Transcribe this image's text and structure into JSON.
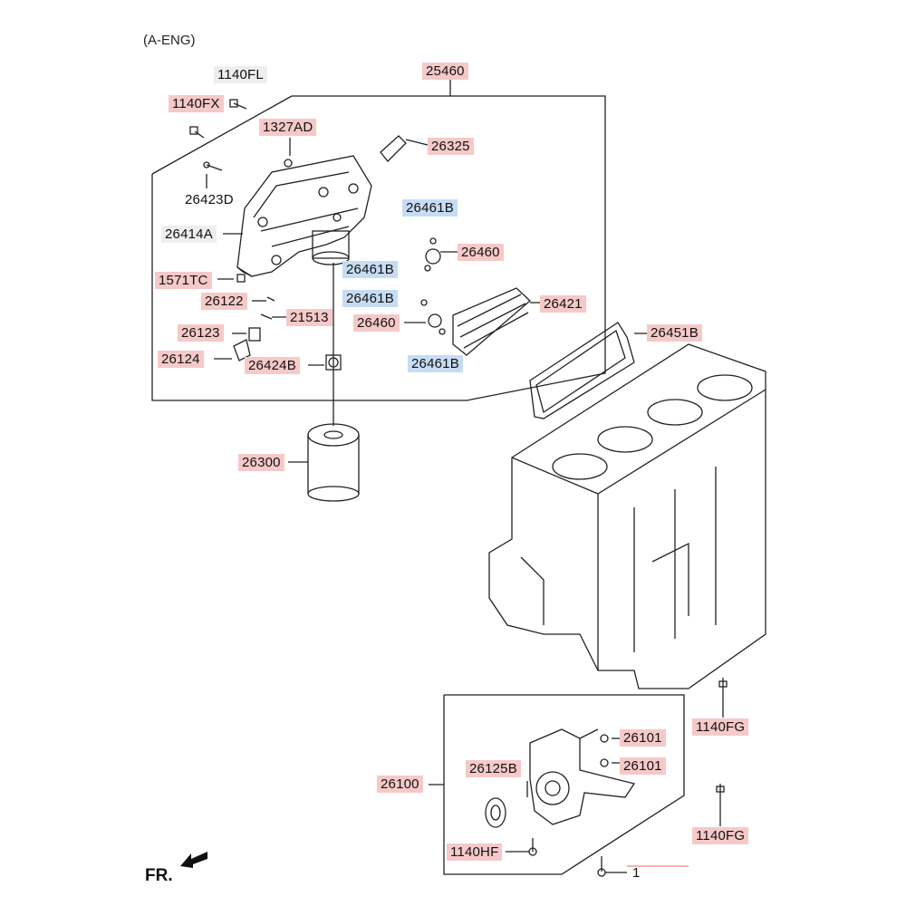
{
  "header": {
    "engine_code": "(A-ENG)"
  },
  "direction": {
    "label": "FR."
  },
  "callouts": {
    "p25460": "25460",
    "p1140FL": "1140FL",
    "p1140FX": "1140FX",
    "p1327AD": "1327AD",
    "p26325": "26325",
    "p26423D": "26423D",
    "p26461B_a": "26461B",
    "p26414A": "26414A",
    "p26460_a": "26460",
    "p26461B_b": "26461B",
    "p1571TC": "1571TC",
    "p26122": "26122",
    "p26461B_c": "26461B",
    "p26421": "26421",
    "p21513": "21513",
    "p26460_b": "26460",
    "p26123": "26123",
    "p26451B": "26451B",
    "p26124": "26124",
    "p26424B": "26424B",
    "p26461B_d": "26461B",
    "p26300": "26300",
    "p1140FG_a": "1140FG",
    "p26101_a": "26101",
    "p26125B": "26125B",
    "p26101_b": "26101",
    "p26100": "26100",
    "p1140FG_b": "1140FG",
    "p1140HF": "1140HF",
    "p1": "1"
  },
  "colors": {
    "highlight_red": "#f6c9c9",
    "highlight_blue": "#c6dcf3",
    "line": "#222222"
  }
}
